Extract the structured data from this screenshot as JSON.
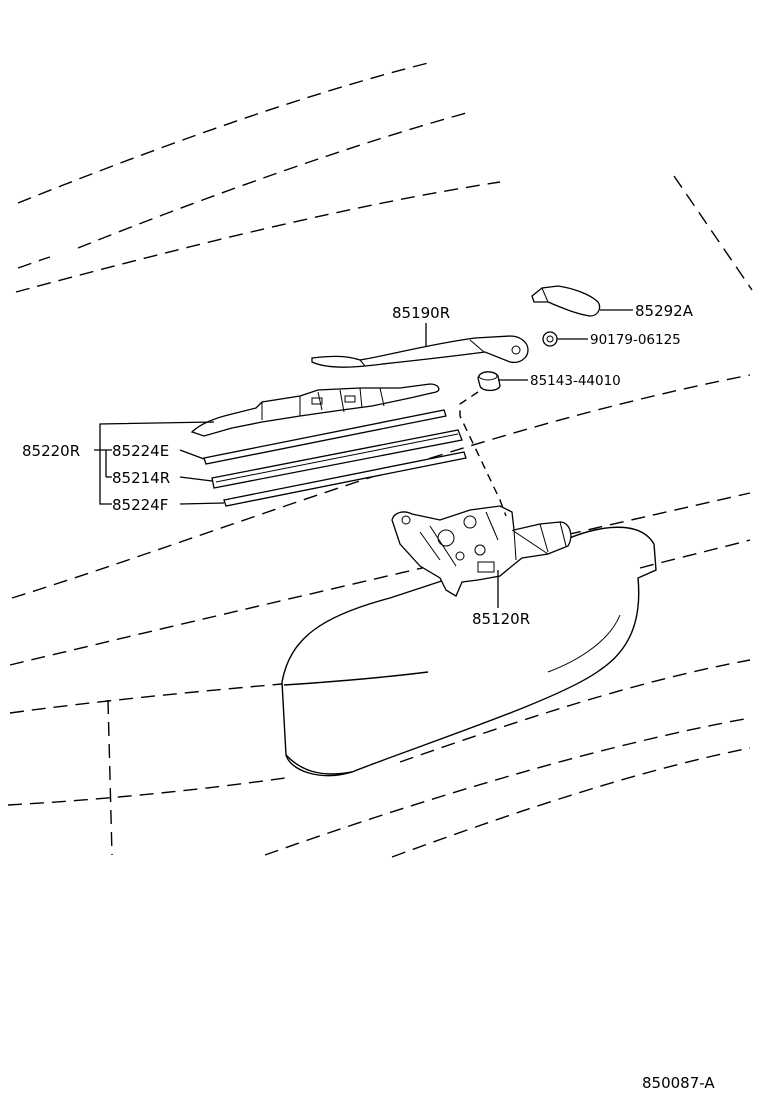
{
  "labels": {
    "wiper_arm": "85190R",
    "arm_cover": "85292A",
    "nut": "90179-06125",
    "pivot_cap": "85143-44010",
    "blade_assy": "85220R",
    "blade_rubber_e": "85224E",
    "blade_rubber_r": "85214R",
    "blade_rubber_f": "85224F",
    "wiper_motor": "85120R"
  },
  "figure_id": "850087-A"
}
